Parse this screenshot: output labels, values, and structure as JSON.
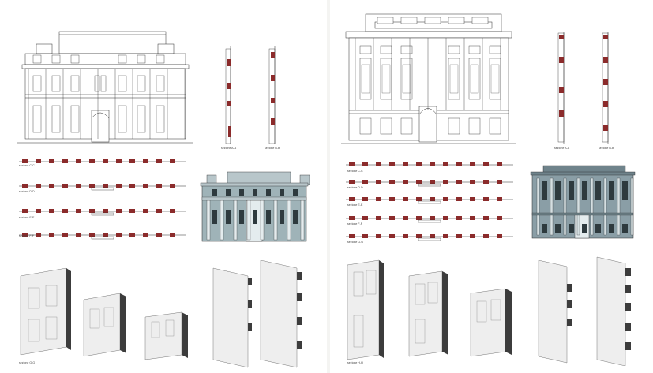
{
  "left_panel": {
    "section_labels": [
      "sezione C-C",
      "sezione D-D",
      "sezione E-E",
      "sezione F-F"
    ],
    "wall_section_labels": [
      "sezione A-A",
      "sezione B-B"
    ],
    "axon_label": "sezione G-G"
  },
  "right_panel": {
    "section_labels": [
      "sezione C-C",
      "sezione D-D",
      "sezione E-E",
      "sezione F-F",
      "sezione G-G"
    ],
    "wall_section_labels": [
      "sezione A-A",
      "sezione B-B"
    ],
    "axon_label": "sezione H-H"
  },
  "colors": {
    "wall_cut": "#8b2b2b",
    "line": "#2a2a2a",
    "facade_render_left": "#9fb3b8",
    "facade_render_right": "#8a9ea6",
    "axon_fill": "#eeeeee",
    "axon_shadow": "#3c3c3c"
  }
}
